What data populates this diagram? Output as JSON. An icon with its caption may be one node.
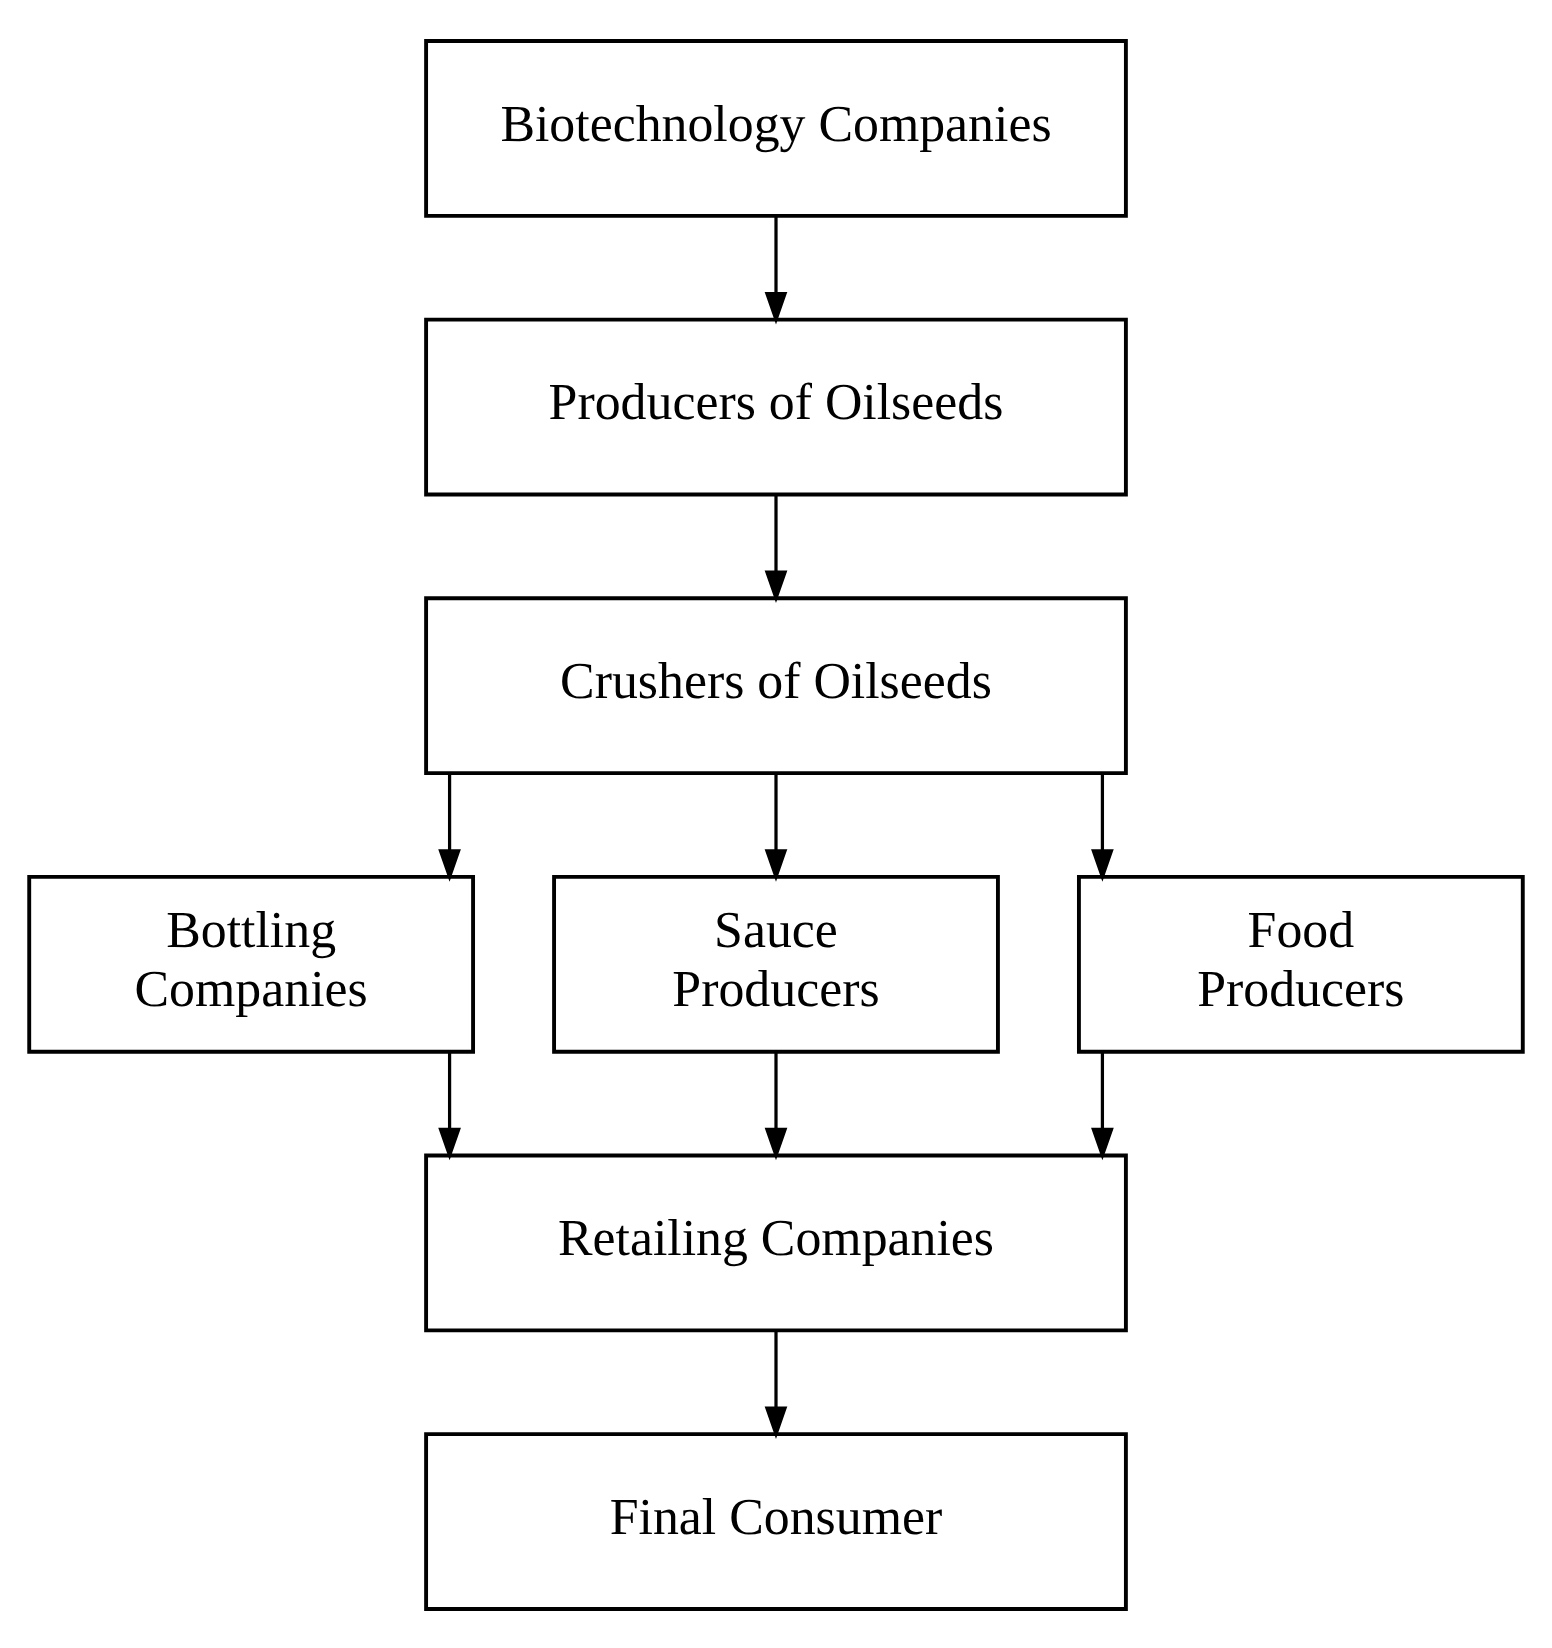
{
  "diagram": {
    "nodes": [
      {
        "text": [
          "Biotechnology Companies"
        ]
      },
      {
        "text": [
          "Producers of Oilseeds"
        ]
      },
      {
        "text": [
          "Crushers of Oilseeds"
        ]
      },
      {
        "text": [
          "Bottling Companies"
        ]
      },
      {
        "text": [
          "Sauce Producers"
        ]
      },
      {
        "text": [
          "Food Producers"
        ]
      },
      {
        "text": [
          "Retailing Companies"
        ]
      },
      {
        "text": [
          "Final Consumer"
        ]
      }
    ],
    "edges": [
      {
        "from": 0,
        "to": 1,
        "arrow": "to"
      },
      {
        "from": 1,
        "to": 2,
        "arrow": "to"
      },
      {
        "from": 2,
        "to": 3,
        "arrow": "to"
      },
      {
        "from": 2,
        "to": 4,
        "arrow": "to"
      },
      {
        "from": 2,
        "to": 5,
        "arrow": "to"
      },
      {
        "from": 3,
        "to": 6,
        "arrow": "to"
      },
      {
        "from": 4,
        "to": 6,
        "arrow": "to"
      },
      {
        "from": 5,
        "to": 6,
        "arrow": "to"
      },
      {
        "from": 6,
        "to": 7,
        "arrow": "to"
      }
    ]
  }
}
